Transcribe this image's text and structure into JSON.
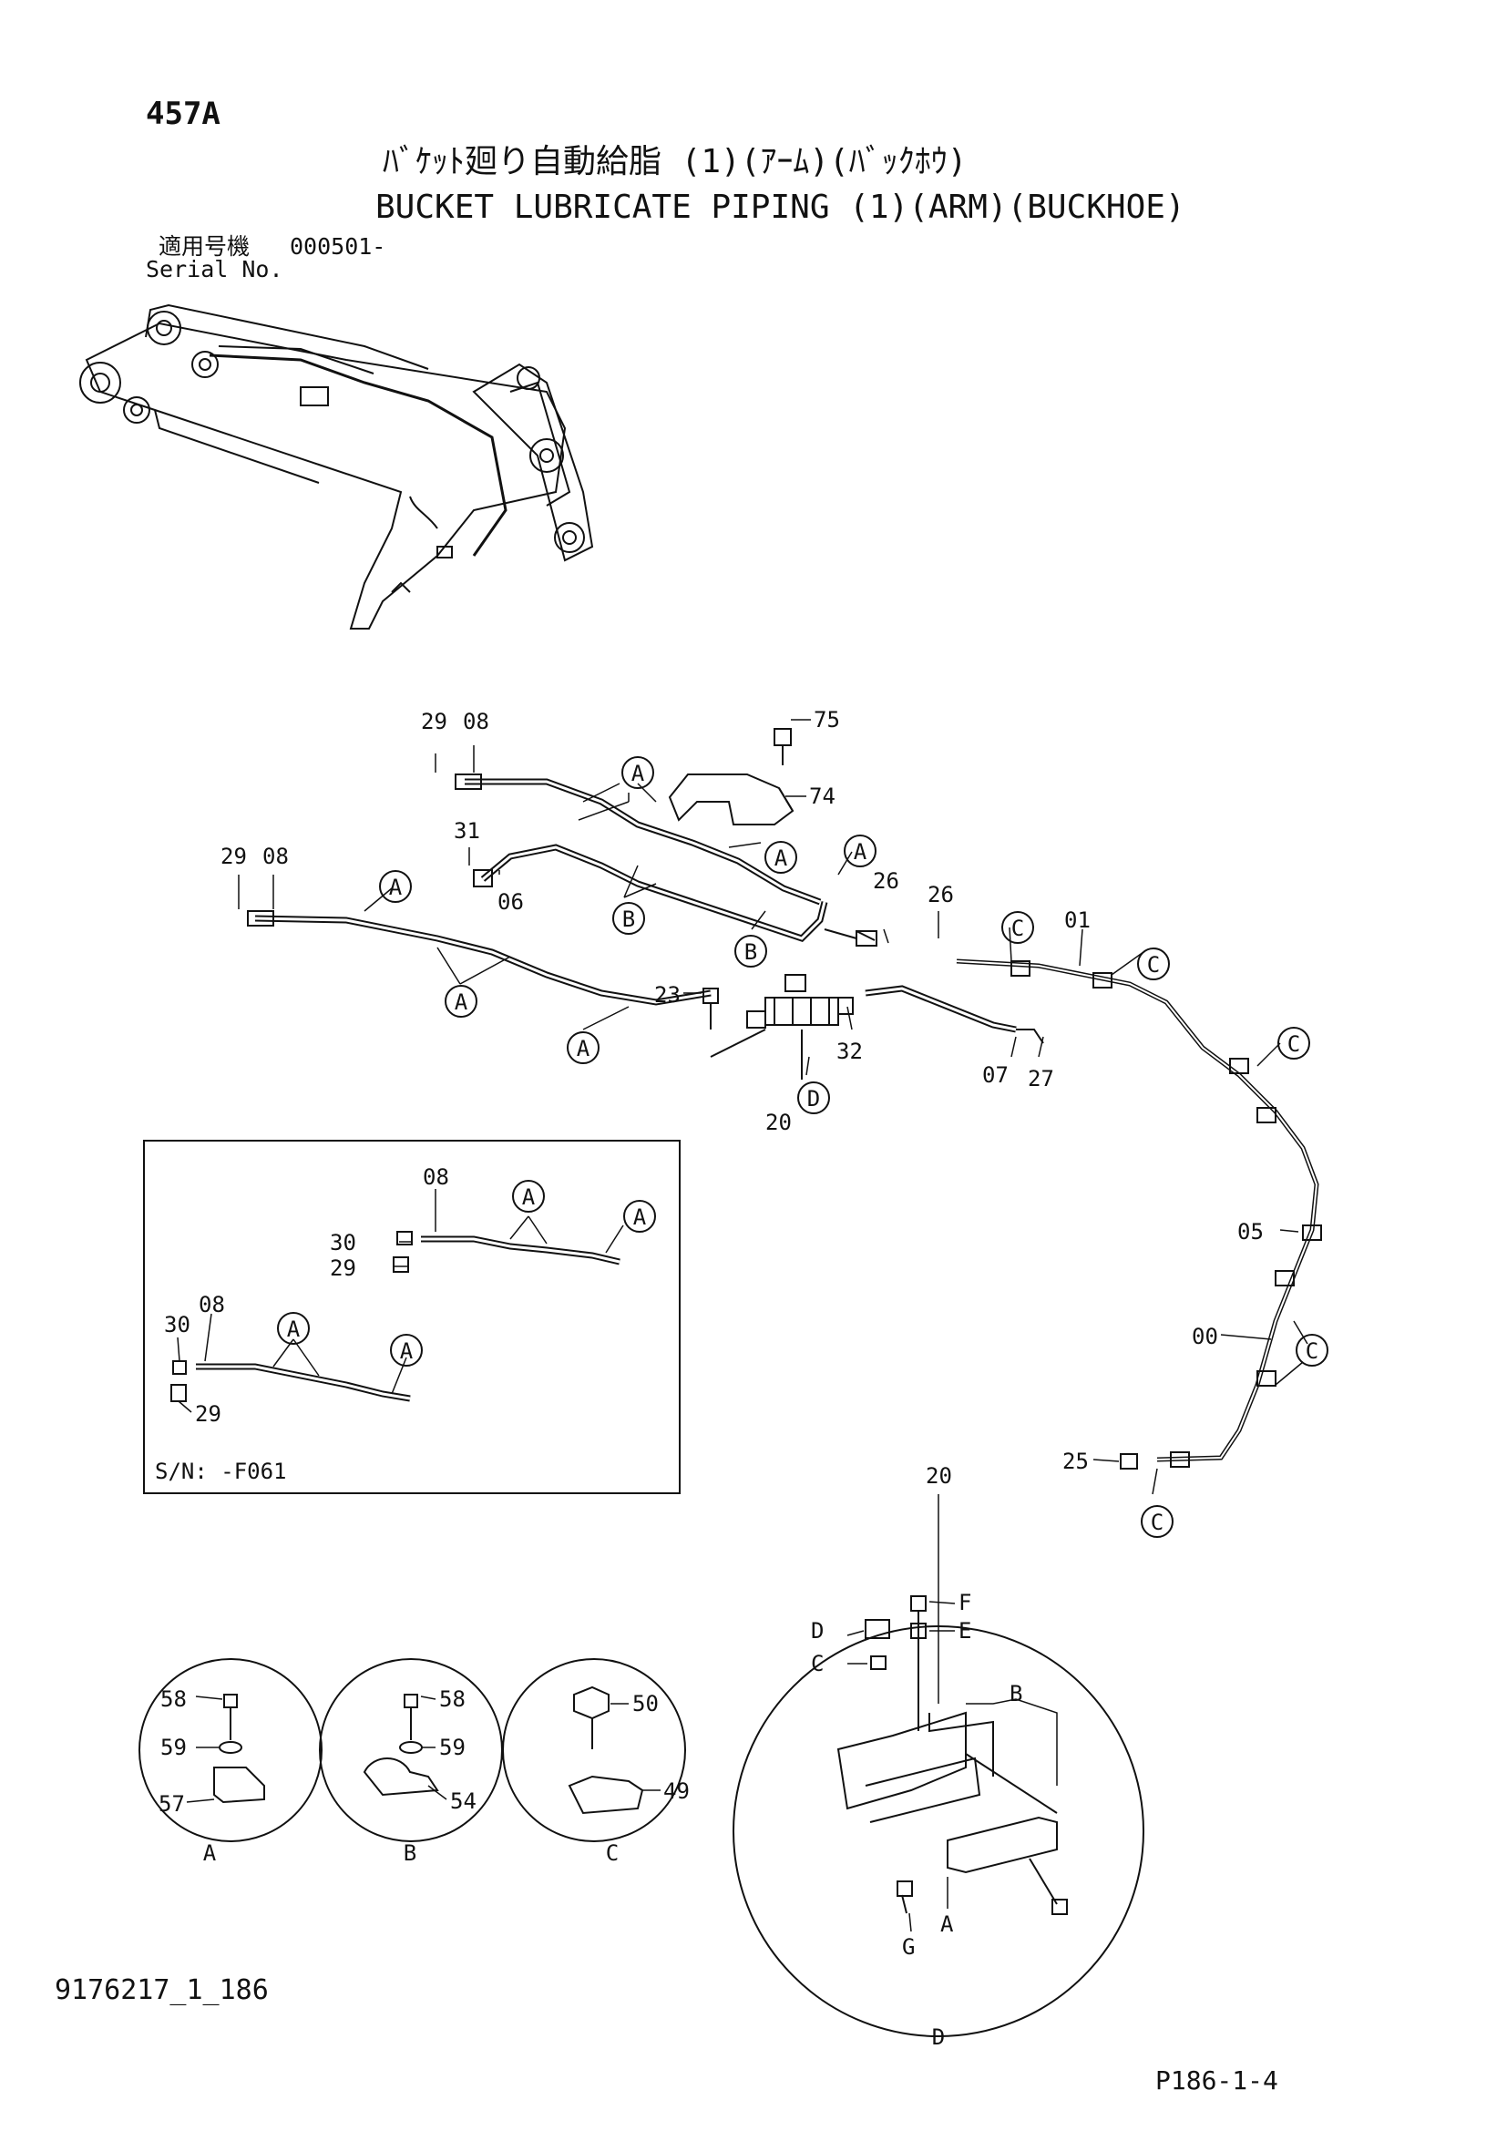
{
  "page_code": "457A",
  "title_jp": "ﾊﾞｹｯﾄ廻り自動給脂 (1)(ｱｰﾑ)(ﾊﾞｯｸﾎｳ)",
  "title_en": "BUCKET LUBRICATE PIPING (1)(ARM)(BUCKHOE)",
  "serial": {
    "label_jp": "適用号機",
    "value": "000501-",
    "label_en": "Serial No."
  },
  "inset": {
    "note": "S/N: -F061"
  },
  "callout_letters": {
    "a": "A",
    "b": "B",
    "c": "C",
    "d": "D"
  },
  "parts": {
    "p00": "00",
    "p01": "01",
    "p05": "05",
    "p06": "06",
    "p07": "07",
    "p08": "08",
    "p20": "20",
    "p23": "23",
    "p25": "25",
    "p26": "26",
    "p27": "27",
    "p29": "29",
    "p30": "30",
    "p31": "31",
    "p32": "32",
    "p49": "49",
    "p50": "50",
    "p54": "54",
    "p57": "57",
    "p58": "58",
    "p59": "59",
    "p74": "74",
    "p75": "75"
  },
  "detail_d_letters": {
    "a": "A",
    "b": "B",
    "c": "C",
    "d": "D",
    "e": "E",
    "f": "F",
    "g": "G"
  },
  "footer": {
    "drawing_code": "9176217_1_186",
    "page_ref": "P186-1-4"
  }
}
